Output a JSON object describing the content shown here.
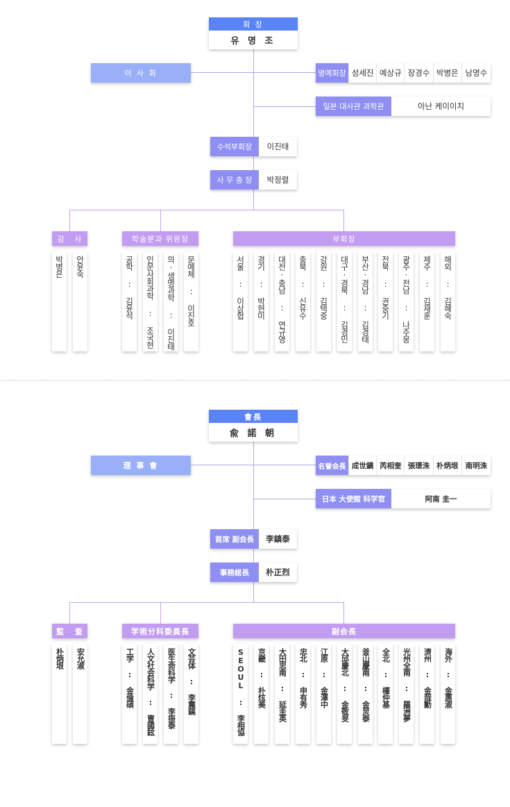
{
  "korean": {
    "chairman_title": "회 장",
    "chairman_name": "유 명 조",
    "board": "이 사 회",
    "honorary": {
      "label": "명예회장",
      "names": [
        "성세진",
        "예상규",
        "장경수",
        "박병은",
        "남명수"
      ]
    },
    "embassy": {
      "label": "일본 대사관 과학관",
      "name": "아난 케이이치"
    },
    "senior_vp": {
      "label": "수석부회장",
      "name": "이진태"
    },
    "secretary": {
      "label": "사 무 총 장",
      "name": "박정렬"
    },
    "audit": {
      "label": "감   사",
      "members": [
        "박병은",
        "안윤숙"
      ]
    },
    "academic": {
      "label": "학술분과 위원장",
      "members": [
        "공학 : 김윤석",
        "인문사회과학 : 조국현",
        "의·생명과학 : 이진태",
        "문예체 : 이진호"
      ]
    },
    "vp": {
      "label": "부회장",
      "members": [
        "서울 : 이상협",
        "경기 : 박현미",
        "대전·충남 : 연규영",
        "충북 : 신유수",
        "강원 : 김택중",
        "대구·경북 : 김경민",
        "부산·경남 : 김경태",
        "전북 : 권중기",
        "광주·전남 : 나주몽",
        "제주 : 김재훈",
        "해외 : 김혜숙"
      ]
    }
  },
  "hanja": {
    "chairman_title": "會長",
    "chairman_name": "兪 諾 朝",
    "board": "理 事 會",
    "honorary": {
      "label": "名誉会長",
      "names": [
        "成世鎭",
        "芮相奎",
        "張璟洙",
        "朴炳垠",
        "南明洙"
      ]
    },
    "embassy": {
      "label": "日本 大使館 科学官",
      "name": "阿南 圭一"
    },
    "senior_vp": {
      "label": "首席 副会長",
      "name": "李鎮泰"
    },
    "secretary": {
      "label": "事務総長",
      "name": "朴正烈"
    },
    "audit": {
      "label": "監   査",
      "members": [
        "朴炳垠",
        "安允淑"
      ]
    },
    "academic": {
      "label": "学術分科委員長",
      "members": [
        "工学 : 金倫碩",
        "人文社会科学 : 曺國鉉",
        "医生命科学 : 李振泰",
        "文芸体 : 李震鎬"
      ]
    },
    "vp": {
      "label": "副会長",
      "members": [
        "SEOUL : 李相協",
        "京畿 : 朴炫美",
        "大田忠南 : 延圭英",
        "忠北 : 申有秀",
        "江原 : 金澤中",
        "大邱慶北 : 金敬旻",
        "釜山慶南 : 金炅泰",
        "全北 : 權仲基",
        "光州全南 : 羅洲夢",
        "濟州 : 金哉勳",
        "海外 : 金惠淑"
      ]
    }
  },
  "colors": {
    "chairman": "#5a84f5",
    "board": "#99aff7",
    "role": "#8e8ef3",
    "group": "#c29cf1",
    "line": "#a9a9e8"
  }
}
